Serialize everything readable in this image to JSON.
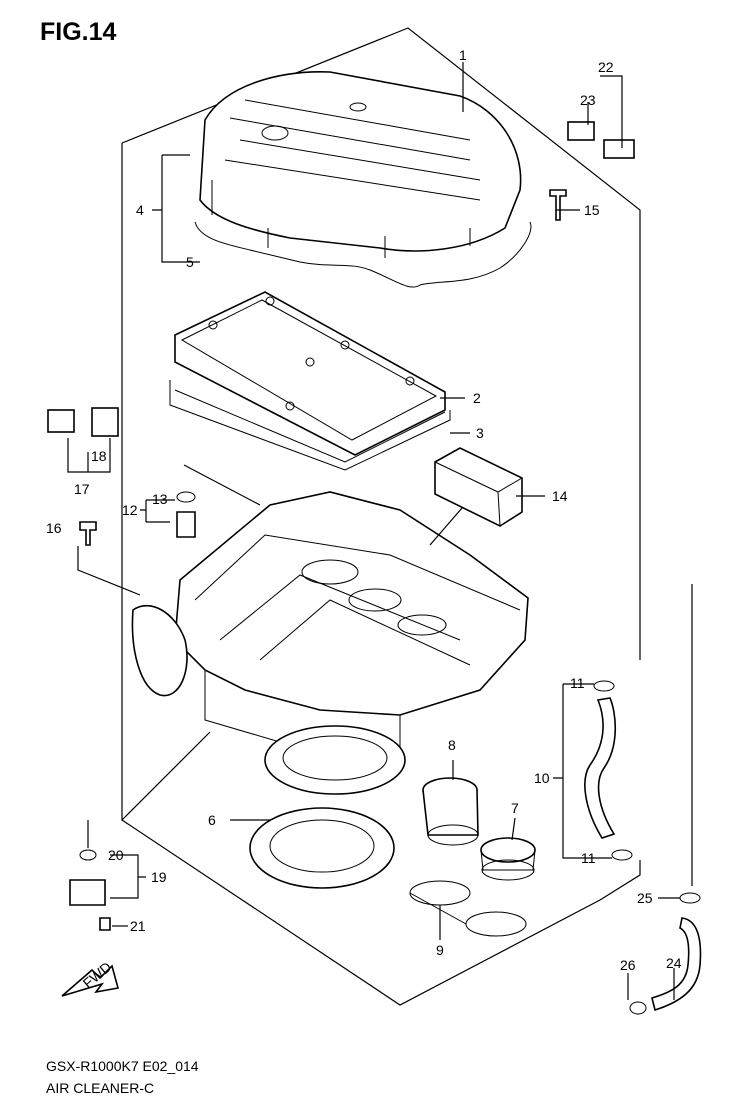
{
  "figure": {
    "title": "FIG.14",
    "code": "GSX-R1000K7 E02_014",
    "name": "AIR CLEANER-C",
    "fwd_arrow": "FWD"
  },
  "callouts": {
    "c1": "1",
    "c2": "2",
    "c3": "3",
    "c4": "4",
    "c5": "5",
    "c6": "6",
    "c7": "7",
    "c8": "8",
    "c9": "9",
    "c10": "10",
    "c11a": "11",
    "c11b": "11",
    "c12": "12",
    "c13": "13",
    "c14": "14",
    "c15": "15",
    "c16": "16",
    "c17": "17",
    "c18": "18",
    "c19": "19",
    "c20": "20",
    "c21": "21",
    "c22": "22",
    "c23": "23",
    "c24": "24",
    "c25": "25",
    "c26": "26"
  }
}
